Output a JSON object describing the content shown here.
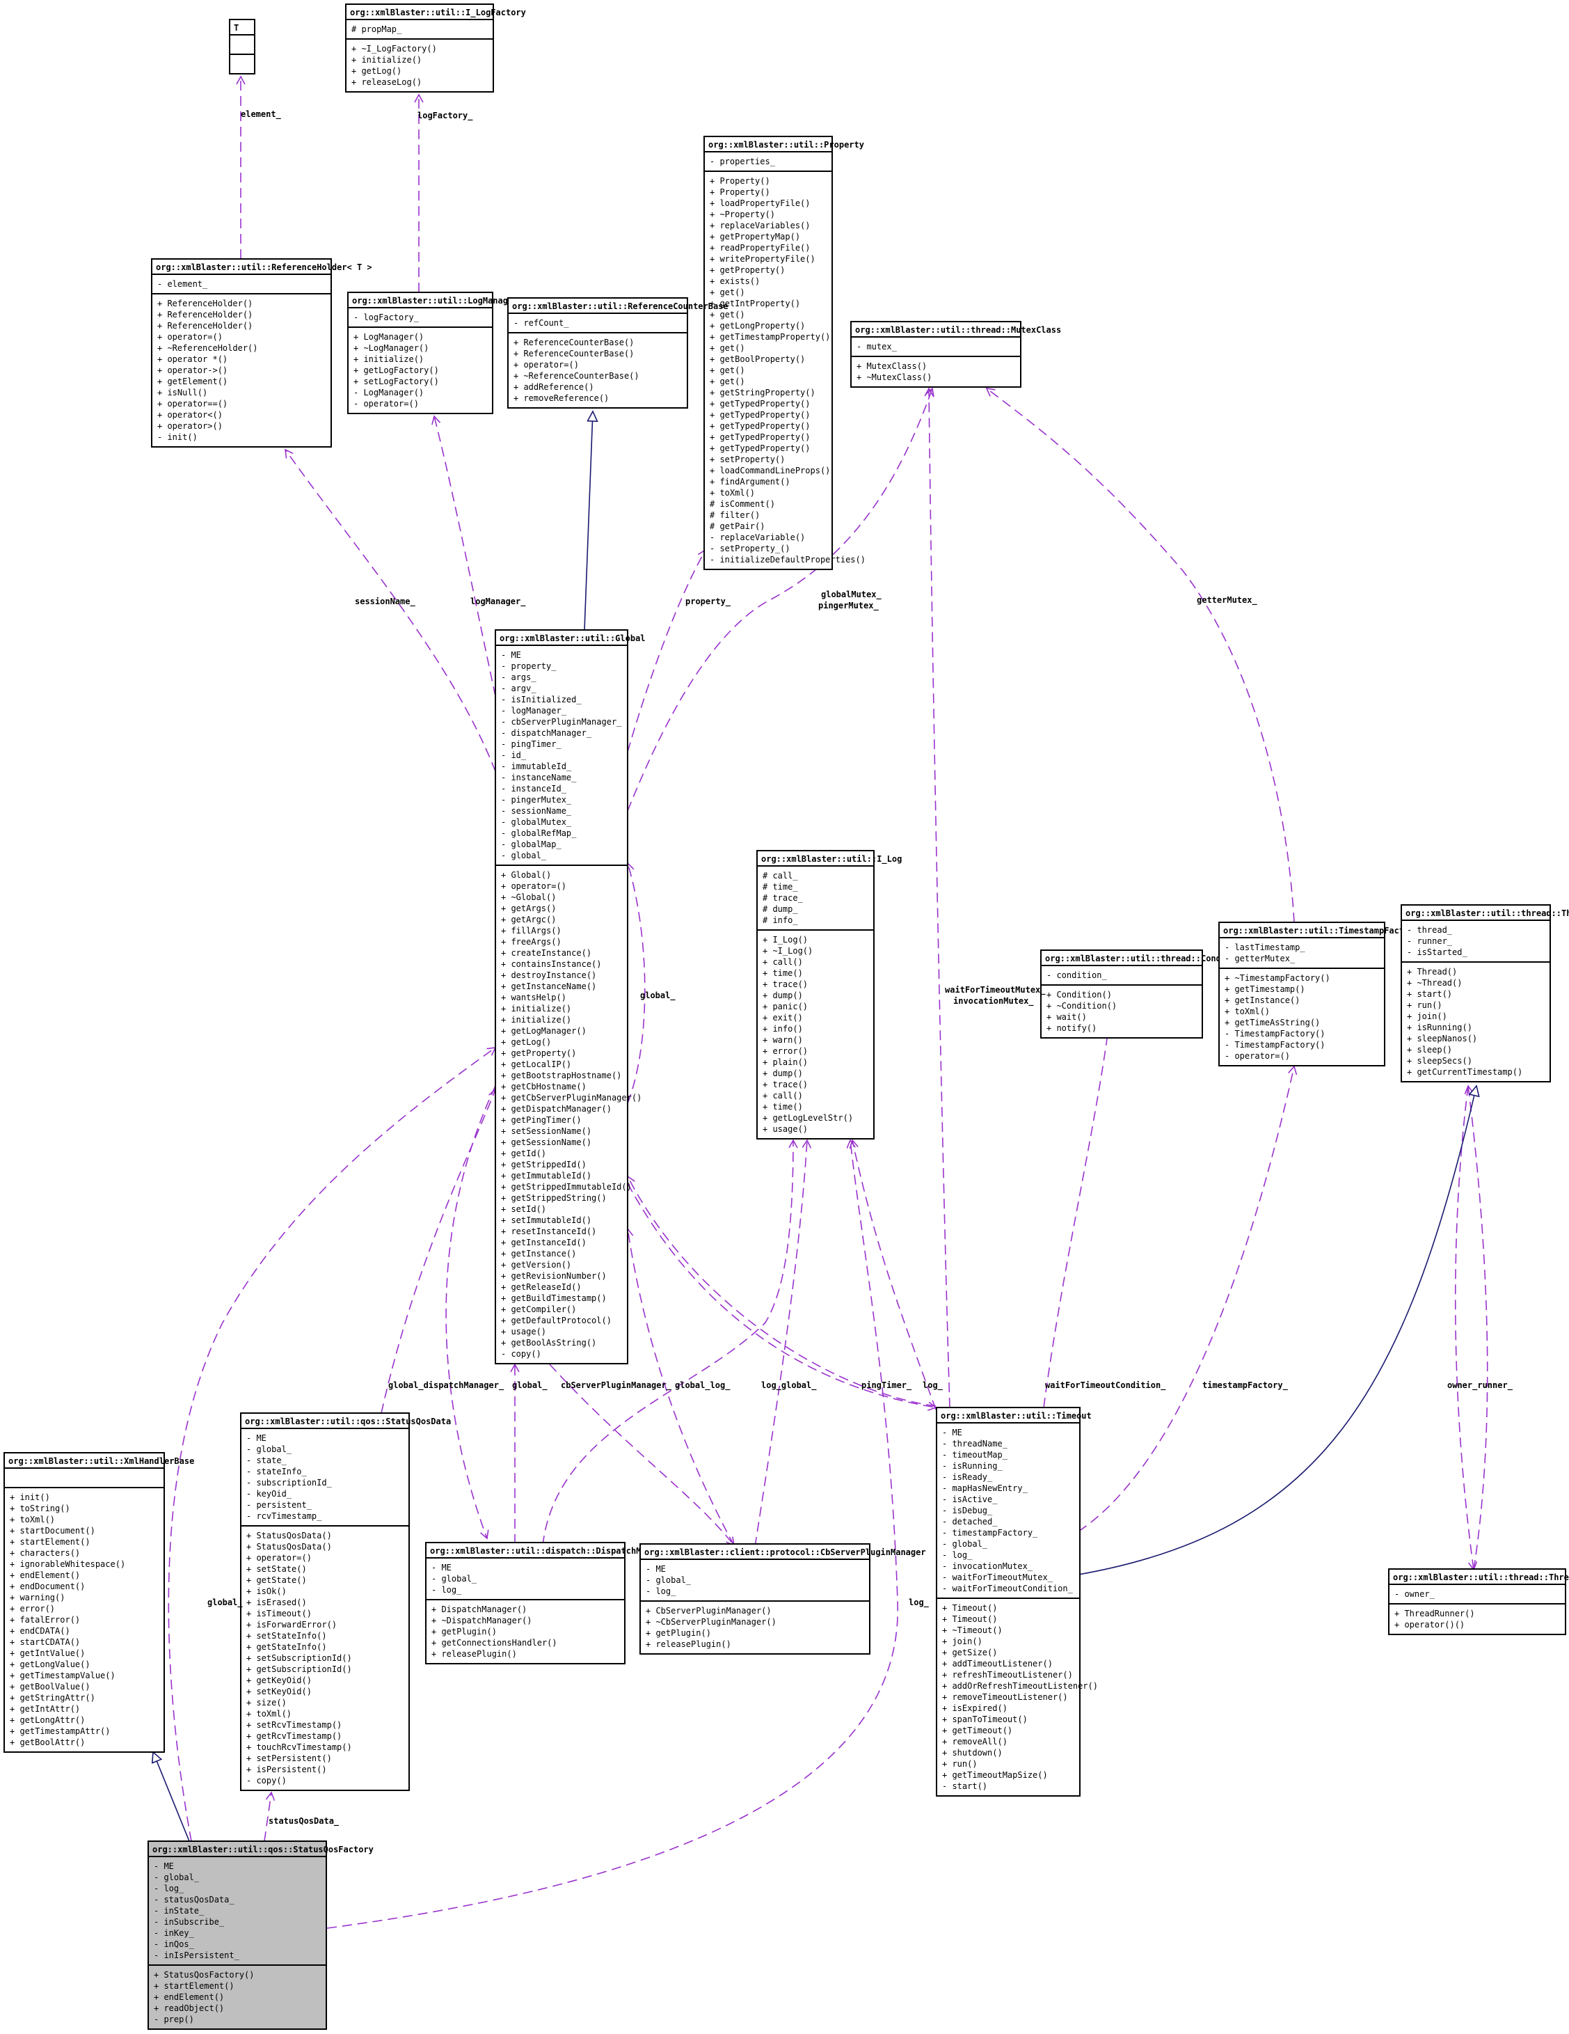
{
  "diagram": {
    "classes": [
      {
        "id": "T",
        "name": "T",
        "attributes": [],
        "methods": [],
        "template": true
      },
      {
        "id": "ilogfactory",
        "name": "org::xmlBlaster::util::I_LogFactory",
        "attributes": [
          "# propMap_"
        ],
        "methods": [
          "+ ~I_LogFactory()",
          "+ initialize()",
          "+ getLog()",
          "+ releaseLog()"
        ]
      },
      {
        "id": "property",
        "name": "org::xmlBlaster::util::Property",
        "attributes": [
          "- properties_"
        ],
        "methods": [
          "+ Property()",
          "+ Property()",
          "+ loadPropertyFile()",
          "+ ~Property()",
          "+ replaceVariables()",
          "+ getPropertyMap()",
          "+ readPropertyFile()",
          "+ writePropertyFile()",
          "+ getProperty()",
          "+ exists()",
          "+ get()",
          "+ getIntProperty()",
          "+ get()",
          "+ getLongProperty()",
          "+ getTimestampProperty()",
          "+ get()",
          "+ getBoolProperty()",
          "+ get()",
          "+ get()",
          "+ getStringProperty()",
          "+ getTypedProperty()",
          "+ getTypedProperty()",
          "+ getTypedProperty()",
          "+ getTypedProperty()",
          "+ getTypedProperty()",
          "+ setProperty()",
          "+ loadCommandLineProps()",
          "+ findArgument()",
          "+ toXml()",
          "# isComment()",
          "# filter()",
          "# getPair()",
          "- replaceVariable()",
          "- setProperty_()",
          "- initializeDefaultProperties()"
        ]
      },
      {
        "id": "refholder",
        "name": "org::xmlBlaster::util::ReferenceHolder< T >",
        "attributes": [
          "- element_"
        ],
        "methods": [
          "+ ReferenceHolder()",
          "+ ReferenceHolder()",
          "+ ReferenceHolder()",
          "+ operator=()",
          "+ ~ReferenceHolder()",
          "+ operator *()",
          "+ operator->()",
          "+ getElement()",
          "+ isNull()",
          "+ operator==()",
          "+ operator<()",
          "+ operator>()",
          "- init()"
        ]
      },
      {
        "id": "logmanager",
        "name": "org::xmlBlaster::util::LogManager",
        "attributes": [
          "- logFactory_"
        ],
        "methods": [
          "+ LogManager()",
          "+ ~LogManager()",
          "+ initialize()",
          "+ getLogFactory()",
          "+ setLogFactory()",
          "- LogManager()",
          "- operator=()"
        ]
      },
      {
        "id": "refcounter",
        "name": "org::xmlBlaster::util::ReferenceCounterBase",
        "attributes": [
          "- refCount_"
        ],
        "methods": [
          "+ ReferenceCounterBase()",
          "+ ReferenceCounterBase()",
          "+ operator=()",
          "+ ~ReferenceCounterBase()",
          "+ addReference()",
          "+ removeReference()"
        ]
      },
      {
        "id": "mutex",
        "name": "org::xmlBlaster::util::thread::MutexClass",
        "attributes": [
          "- mutex_"
        ],
        "methods": [
          "+ MutexClass()",
          "+ ~MutexClass()"
        ]
      },
      {
        "id": "global",
        "name": "org::xmlBlaster::util::Global",
        "attributes": [
          "- ME",
          "- property_",
          "- args_",
          "- argv_",
          "- isInitialized_",
          "- logManager_",
          "- cbServerPluginManager_",
          "- dispatchManager_",
          "- pingTimer_",
          "- id_",
          "- immutableId_",
          "- instanceName_",
          "- instanceId_",
          "- pingerMutex_",
          "- sessionName_",
          "- globalMutex_",
          "- globalRefMap_",
          "- globalMap_",
          "- global_"
        ],
        "methods": [
          "+ Global()",
          "+ operator=()",
          "+ ~Global()",
          "+ getArgs()",
          "+ getArgc()",
          "+ fillArgs()",
          "+ freeArgs()",
          "+ createInstance()",
          "+ containsInstance()",
          "+ destroyInstance()",
          "+ getInstanceName()",
          "+ wantsHelp()",
          "+ initialize()",
          "+ initialize()",
          "+ getLogManager()",
          "+ getLog()",
          "+ getProperty()",
          "+ getLocalIP()",
          "+ getBootstrapHostname()",
          "+ getCbHostname()",
          "+ getCbServerPluginManager()",
          "+ getDispatchManager()",
          "+ getPingTimer()",
          "+ setSessionName()",
          "+ getSessionName()",
          "+ getId()",
          "+ getStrippedId()",
          "+ getImmutableId()",
          "+ getStrippedImmutableId()",
          "+ getStrippedString()",
          "+ setId()",
          "+ setImmutableId()",
          "+ resetInstanceId()",
          "+ getInstanceId()",
          "+ getInstance()",
          "+ getVersion()",
          "+ getRevisionNumber()",
          "+ getReleaseId()",
          "+ getBuildTimestamp()",
          "+ getCompiler()",
          "+ getDefaultProtocol()",
          "+ usage()",
          "+ getBoolAsString()",
          "- copy()"
        ]
      },
      {
        "id": "ilog",
        "name": "org::xmlBlaster::util::I_Log",
        "attributes": [
          "# call_",
          "# time_",
          "# trace_",
          "# dump_",
          "# info_"
        ],
        "methods": [
          "+ I_Log()",
          "+ ~I_Log()",
          "+ call()",
          "+ time()",
          "+ trace()",
          "+ dump()",
          "+ panic()",
          "+ exit()",
          "+ info()",
          "+ warn()",
          "+ error()",
          "+ plain()",
          "+ dump()",
          "+ trace()",
          "+ call()",
          "+ time()",
          "+ getLogLevelStr()",
          "+ usage()"
        ]
      },
      {
        "id": "condition",
        "name": "org::xmlBlaster::util::thread::Condition",
        "attributes": [
          "- condition_"
        ],
        "methods": [
          "+ Condition()",
          "+ ~Condition()",
          "+ wait()",
          "+ notify()"
        ]
      },
      {
        "id": "tsfactory",
        "name": "org::xmlBlaster::util::TimestampFactory",
        "attributes": [
          "- lastTimestamp_",
          "- getterMutex_"
        ],
        "methods": [
          "+ ~TimestampFactory()",
          "+ getTimestamp()",
          "+ getInstance()",
          "+ toXml()",
          "+ getTimeAsString()",
          "- TimestampFactory()",
          "- TimestampFactory()",
          "- operator=()"
        ]
      },
      {
        "id": "thread",
        "name": "org::xmlBlaster::util::thread::Thread",
        "attributes": [
          "- thread_",
          "- runner_",
          "- isStarted_"
        ],
        "methods": [
          "+ Thread()",
          "+ ~Thread()",
          "+ start()",
          "+ run()",
          "+ join()",
          "+ isRunning()",
          "+ sleepNanos()",
          "+ sleep()",
          "+ sleepSecs()",
          "+ getCurrentTimestamp()"
        ]
      },
      {
        "id": "xmlhandler",
        "name": "org::xmlBlaster::util::XmlHandlerBase",
        "attributes": [],
        "methods": [
          "+ init()",
          "+ toString()",
          "+ toXml()",
          "+ startDocument()",
          "+ startElement()",
          "+ characters()",
          "+ ignorableWhitespace()",
          "+ endElement()",
          "+ endDocument()",
          "+ warning()",
          "+ error()",
          "+ fatalError()",
          "+ endCDATA()",
          "+ startCDATA()",
          "+ getIntValue()",
          "+ getLongValue()",
          "+ getTimestampValue()",
          "+ getBoolValue()",
          "+ getStringAttr()",
          "+ getIntAttr()",
          "+ getLongAttr()",
          "+ getTimestampAttr()",
          "+ getBoolAttr()"
        ]
      },
      {
        "id": "statusqosdata",
        "name": "org::xmlBlaster::util::qos::StatusQosData",
        "attributes": [
          "- ME",
          "- global_",
          "- state_",
          "- stateInfo_",
          "- subscriptionId_",
          "- keyOid_",
          "- persistent_",
          "- rcvTimestamp_"
        ],
        "methods": [
          "+ StatusQosData()",
          "+ StatusQosData()",
          "+ operator=()",
          "+ setState()",
          "+ getState()",
          "+ isOk()",
          "+ isErased()",
          "+ isTimeout()",
          "+ isForwardError()",
          "+ setStateInfo()",
          "+ getStateInfo()",
          "+ setSubscriptionId()",
          "+ getSubscriptionId()",
          "+ getKeyOid()",
          "+ setKeyOid()",
          "+ size()",
          "+ toXml()",
          "+ setRcvTimestamp()",
          "+ getRcvTimestamp()",
          "+ touchRcvTimestamp()",
          "+ setPersistent()",
          "+ isPersistent()",
          "- copy()"
        ]
      },
      {
        "id": "dispatch",
        "name": "org::xmlBlaster::util::dispatch::DispatchManager",
        "attributes": [
          "- ME",
          "- global_",
          "- log_"
        ],
        "methods": [
          "+ DispatchManager()",
          "+ ~DispatchManager()",
          "+ getPlugin()",
          "+ getConnectionsHandler()",
          "+ releasePlugin()"
        ]
      },
      {
        "id": "cbserver",
        "name": "org::xmlBlaster::client::protocol::CbServerPluginManager",
        "attributes": [
          "- ME",
          "- global_",
          "- log_"
        ],
        "methods": [
          "+ CbServerPluginManager()",
          "+ ~CbServerPluginManager()",
          "+ getPlugin()",
          "+ releasePlugin()"
        ]
      },
      {
        "id": "timeout",
        "name": "org::xmlBlaster::util::Timeout",
        "attributes": [
          "- ME",
          "- threadName_",
          "- timeoutMap_",
          "- isRunning_",
          "- isReady_",
          "- mapHasNewEntry_",
          "- isActive_",
          "- isDebug_",
          "- detached_",
          "- timestampFactory_",
          "- global_",
          "- log_",
          "- invocationMutex_",
          "- waitForTimeoutMutex_",
          "- waitForTimeoutCondition_"
        ],
        "methods": [
          "+ Timeout()",
          "+ Timeout()",
          "+ ~Timeout()",
          "+ join()",
          "+ getSize()",
          "+ addTimeoutListener()",
          "+ refreshTimeoutListener()",
          "+ addOrRefreshTimeoutListener()",
          "+ removeTimeoutListener()",
          "+ isExpired()",
          "+ spanToTimeout()",
          "+ getTimeout()",
          "+ removeAll()",
          "+ shutdown()",
          "+ run()",
          "+ getTimeoutMapSize()",
          "- start()"
        ]
      },
      {
        "id": "threadrunner",
        "name": "org::xmlBlaster::util::thread::ThreadRunner",
        "attributes": [
          "- owner_"
        ],
        "methods": [
          "+ ThreadRunner()",
          "+ operator()()"
        ]
      },
      {
        "id": "statusqosfactory",
        "name": "org::xmlBlaster::util::qos::StatusQosFactory",
        "attributes": [
          "- ME",
          "- global_",
          "- log_",
          "- statusQosData_",
          "- inState_",
          "- inSubscribe_",
          "- inKey_",
          "- inQos_",
          "- inIsPersistent_"
        ],
        "methods": [
          "+ StatusQosFactory()",
          "+ startElement()",
          "+ endElement()",
          "+ readObject()",
          "- prep()"
        ],
        "highlight": true
      }
    ],
    "edge_labels": [
      "element_",
      "logFactory_",
      "sessionName_",
      "logManager_",
      "property_",
      "globalMutex_",
      "pingerMutex_",
      "getterMutex_",
      "global_",
      "waitForTimeoutMutex_",
      "invocationMutex_",
      "global_dispatchManager_",
      "global_",
      "cbServerPluginManager_",
      "global_log_",
      "log_global_",
      "pingTimer_",
      "log_",
      "waitForTimeoutCondition_",
      "timestampFactory_",
      "owner_runner_",
      "global_",
      "log_",
      "statusQosData_"
    ]
  }
}
